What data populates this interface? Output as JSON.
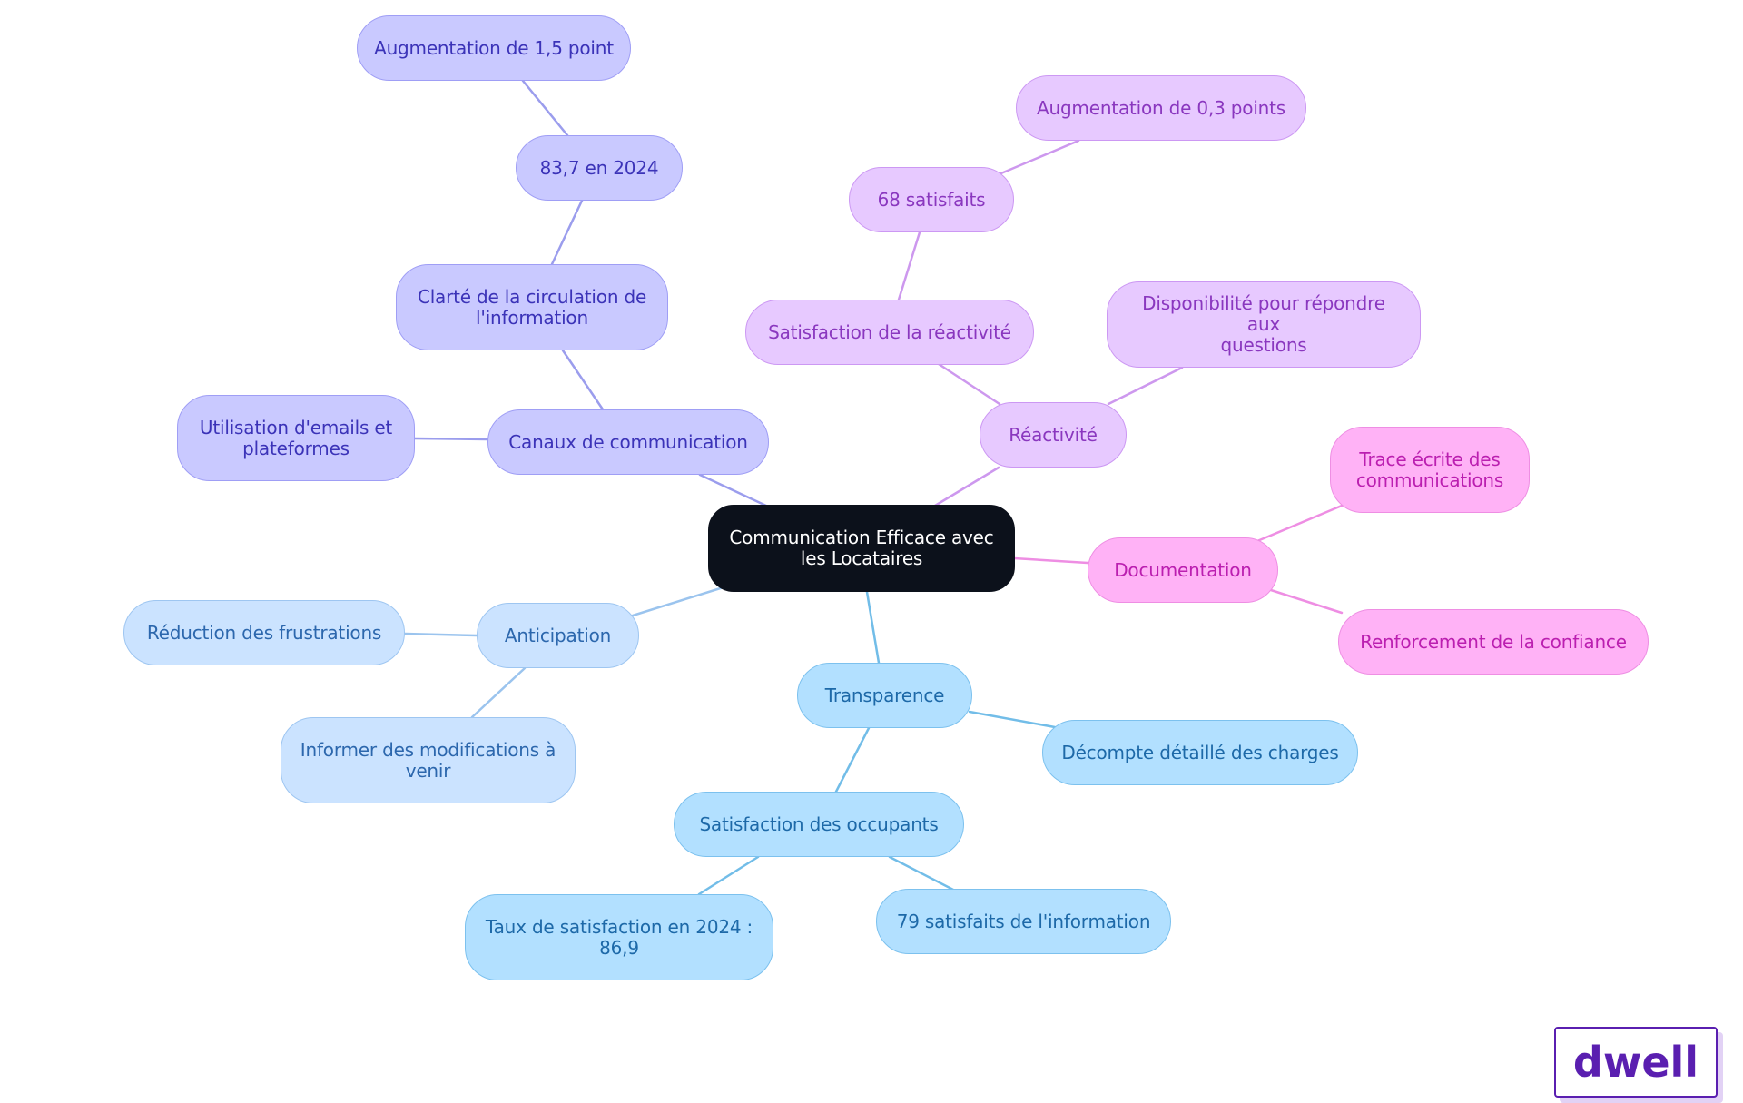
{
  "diagram": {
    "root": {
      "label": "Communication Efficace avec\nles Locataires"
    },
    "branches": [
      {
        "label": "Canaux de communication",
        "children": [
          {
            "label": "Utilisation d'emails et\nplateformes"
          },
          {
            "label": "Clarté de la circulation de\nl'information",
            "children": [
              {
                "label": "83,7 en 2024",
                "children": [
                  {
                    "label": "Augmentation de 1,5 point"
                  }
                ]
              }
            ]
          }
        ]
      },
      {
        "label": "Réactivité",
        "children": [
          {
            "label": "Satisfaction de la réactivité",
            "children": [
              {
                "label": "68 satisfaits",
                "children": [
                  {
                    "label": "Augmentation de 0,3 points"
                  }
                ]
              }
            ]
          },
          {
            "label": "Disponibilité pour répondre aux\nquestions"
          }
        ]
      },
      {
        "label": "Documentation",
        "children": [
          {
            "label": "Trace écrite des\ncommunications"
          },
          {
            "label": "Renforcement de la confiance"
          }
        ]
      },
      {
        "label": "Transparence",
        "children": [
          {
            "label": "Décompte détaillé des charges"
          },
          {
            "label": "Satisfaction des occupants",
            "children": [
              {
                "label": "Taux de satisfaction en 2024 :\n86,9"
              },
              {
                "label": "79 satisfaits de l'information"
              }
            ]
          }
        ]
      },
      {
        "label": "Anticipation",
        "children": [
          {
            "label": "Réduction des frustrations"
          },
          {
            "label": "Informer des modifications à\nvenir"
          }
        ]
      }
    ]
  },
  "colors": {
    "indigo_edge": "#9b9ded",
    "violet_edge": "#cd98ee",
    "pink_edge": "#ee8ee3",
    "sky_edge": "#72bde8",
    "pale_edge": "#9bc4ee"
  },
  "logo": {
    "text": "dwell"
  }
}
